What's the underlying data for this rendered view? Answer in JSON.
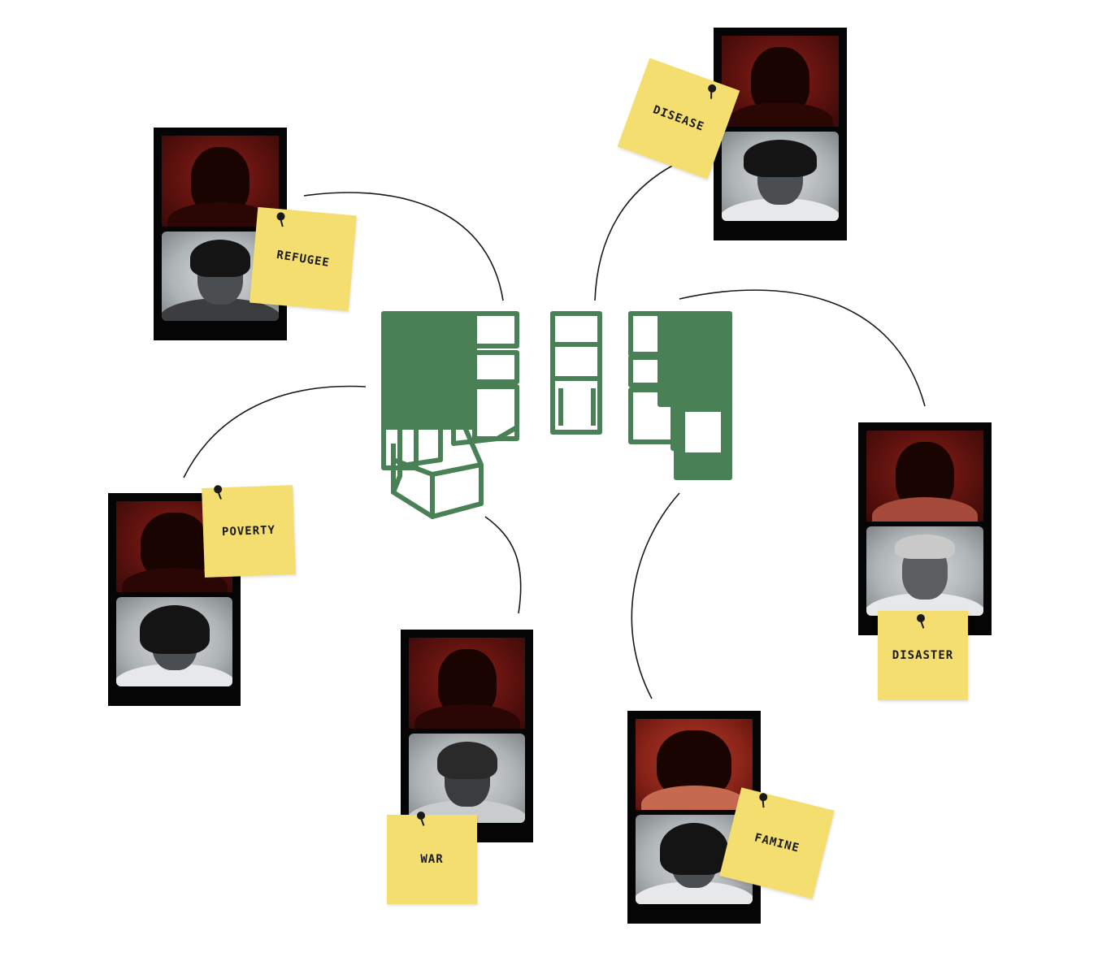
{
  "diagram": {
    "labels": {
      "refugee": "REFUGEE",
      "disease": "DISEASE",
      "poverty": "POVERTY",
      "war": "WAR",
      "disaster": "DISASTER",
      "famine": "FAMINE"
    },
    "colors": {
      "note": "#f5de70",
      "structure": "#4a8055",
      "frame": "#050505",
      "red_screen": "#7a1a14",
      "gray_screen": "#b4b8bb",
      "connector": "#1a1a1a"
    }
  }
}
